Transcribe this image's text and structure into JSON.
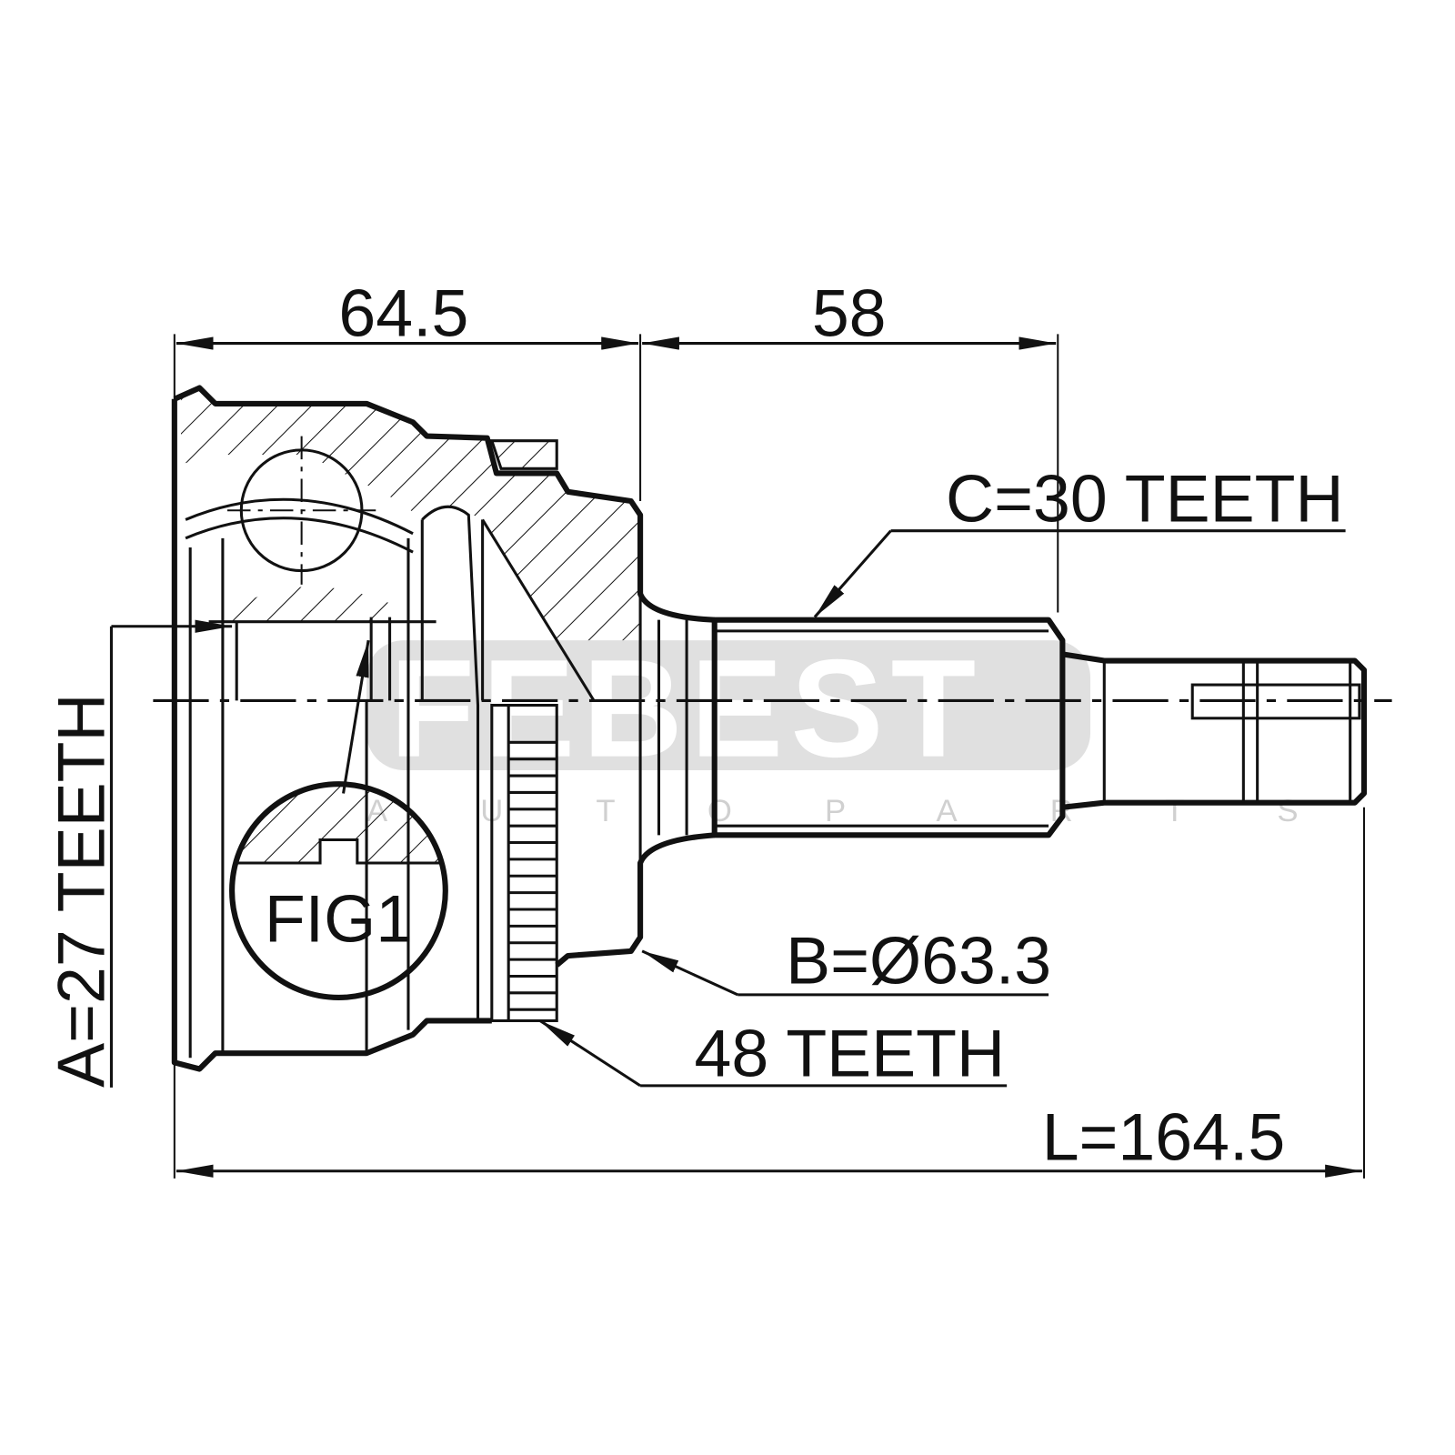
{
  "dimensions": {
    "housing_length": "64.5",
    "shaft_length": "58",
    "overall_length": "L=164.5",
    "outer_spline": "C=30 TEETH",
    "seal_diameter": "B=Ø63.3",
    "abs_ring": "48 TEETH",
    "inner_spline": "A=27 TEETH",
    "figure_label": "FIG1"
  },
  "watermark": {
    "brand": "FEBEST",
    "tagline": "AUTOPARTS"
  },
  "colors": {
    "line": "#111111",
    "watermark": "#e0e0e0"
  }
}
